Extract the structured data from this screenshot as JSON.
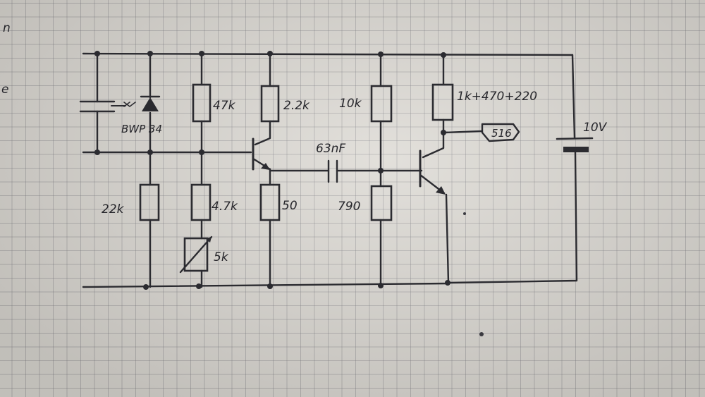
{
  "labels": {
    "r_top_left": "47k",
    "r_collector_q1": "2.2k",
    "r_top_mid": "10k",
    "r_collector_q2": "1k+470+220",
    "r_bottom_left": "22k",
    "r_bottom_mid_left": "4.7k",
    "r_emitter_q1": "50",
    "r_bottom_mid": "790",
    "pot": "5k",
    "diode": "BWP 34",
    "capacitor": "63nF",
    "output": "516",
    "battery": "10V"
  },
  "margin_marks": [
    "n",
    "e"
  ]
}
